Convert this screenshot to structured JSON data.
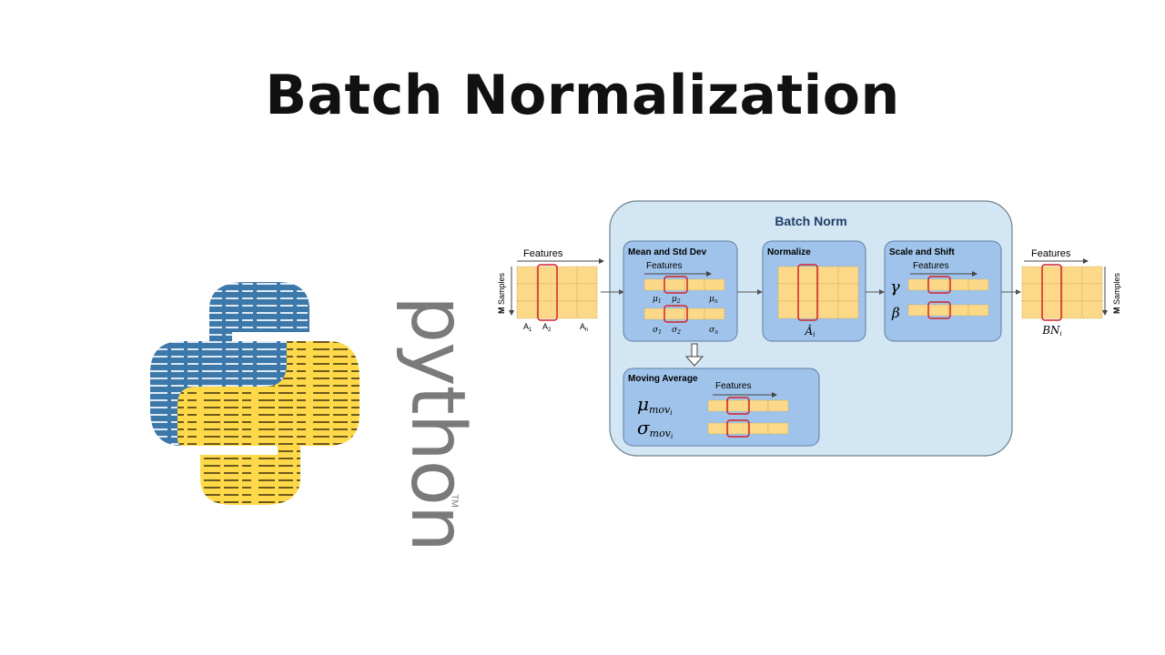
{
  "slide": {
    "title": "Batch Normalization"
  },
  "logo": {
    "wordmark": "python",
    "trademark": "TM"
  },
  "diagram": {
    "input": {
      "features_label": "Features",
      "samples_label_bold": "M",
      "samples_label": " Samples",
      "col_a1": "A",
      "col_a1_sub": "1",
      "col_a2": "A",
      "col_a2_sub": "2",
      "col_an": "A",
      "col_an_sub": "n"
    },
    "main": {
      "title": "Batch Norm"
    },
    "mean_std": {
      "title": "Mean and Std Dev",
      "features_label": "Features",
      "mu": "μ",
      "sigma": "σ",
      "sub1": "1",
      "sub2": "2",
      "subn": "n"
    },
    "normalize": {
      "title": "Normalize",
      "label_a": "Â",
      "label_a_sub": "i"
    },
    "scale_shift": {
      "title": "Scale and Shift",
      "features_label": "Features",
      "gamma": "γ",
      "beta": "β"
    },
    "output": {
      "features_label": "Features",
      "samples_label_bold": "M",
      "samples_label": " Samples",
      "label_bn": "BN",
      "label_bn_sub": "i"
    },
    "moving_avg": {
      "title": "Moving Average",
      "features_label": "Features",
      "mu": "μ",
      "sigma": "σ",
      "mov": "mov",
      "mov_sub": "i"
    }
  },
  "colors": {
    "frame_fill": "#d3e6f4",
    "frame_stroke": "#6e7f8c",
    "box_fill": "#9fc3ea",
    "box_stroke": "#5f7ea3",
    "cell_fill": "#fbd988",
    "cell_stroke": "#c7a756",
    "highlight": "#d2232a",
    "logo_blue": "#3c78aa",
    "logo_yellow": "#ffd94a"
  }
}
